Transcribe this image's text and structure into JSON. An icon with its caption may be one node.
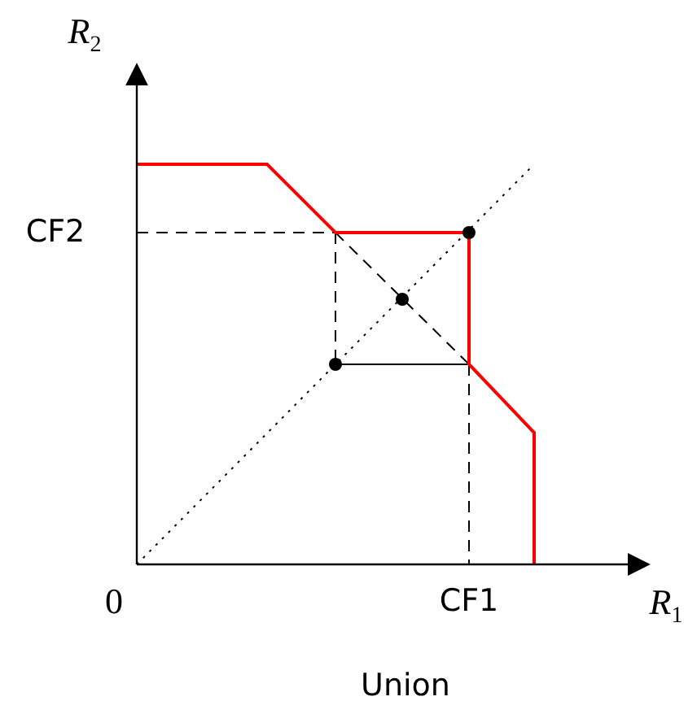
{
  "diagram": {
    "caption": "Union",
    "labels": [
      "R$_{2}$",
      "CF2",
      "0",
      "CF1",
      "R$_{1}$"
    ]
  }
}
